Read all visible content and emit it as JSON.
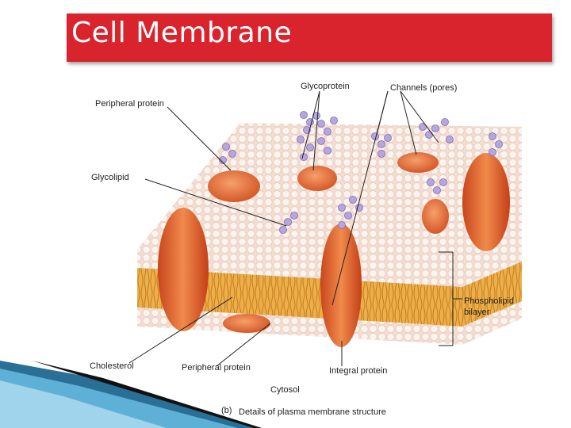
{
  "slide": {
    "title": "Cell Membrane"
  },
  "figure": {
    "labels": {
      "peripheral_protein_top": "Peripheral protein",
      "glycoprotein": "Glycoprotein",
      "channels": "Channels (pores)",
      "glycolipid": "Glycolipid",
      "phospholipid_line1": "Phospholipid",
      "phospholipid_line2": "bilayer",
      "cholesterol": "Cholesterol",
      "peripheral_protein_bottom": "Peripheral protein",
      "integral_protein": "Integral protein",
      "cytosol": "Cytosol"
    },
    "caption": {
      "part": "(b)",
      "text": "Details of plasma membrane structure"
    }
  },
  "colors": {
    "title_bar": "#d9232d",
    "protein": "#e0632a",
    "membrane_core": "#e9a23b",
    "head": "#f7ede6"
  }
}
